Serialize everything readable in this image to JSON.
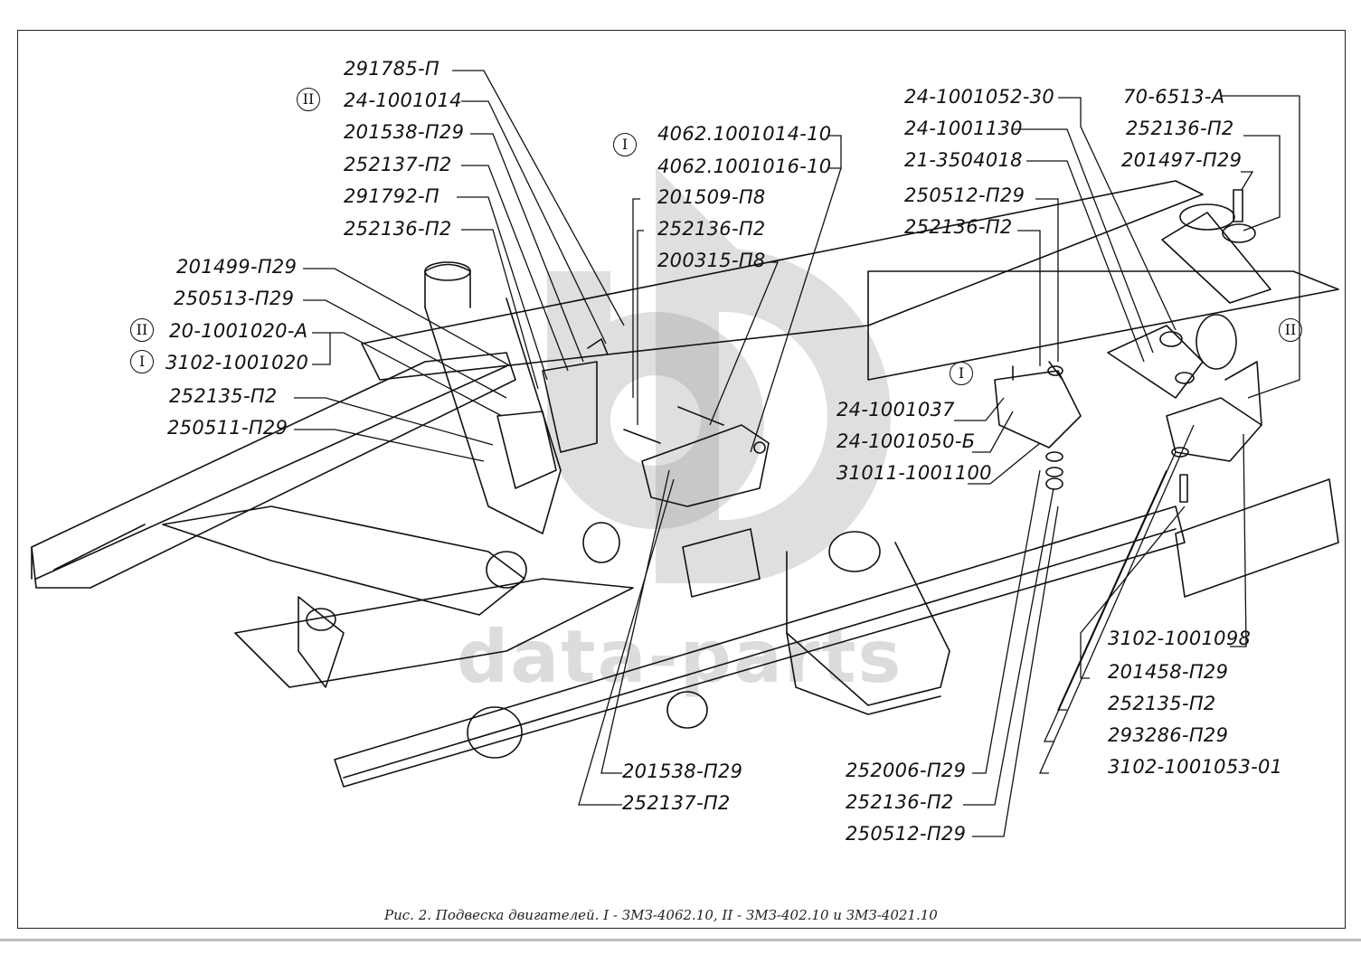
{
  "figure": {
    "caption": "Рис. 2. Подвеска двигателей. I - ЗМЗ-4062.10, II - ЗМЗ-402.10 и ЗМЗ-4021.10",
    "watermark": "data-parts",
    "watermark_logo_icon": "db-logo-icon"
  },
  "markers": {
    "I": "I",
    "II": "II"
  },
  "labels": {
    "left_column": [
      "291785-П",
      "24-1001014",
      "201538-П29",
      "252137-П2",
      "291792-П",
      "252136-П2"
    ],
    "left_lower": [
      "201499-П29",
      "250513-П29",
      "20-1001020-А",
      "3102-1001020",
      "252135-П2",
      "250511-П29"
    ],
    "center_top": [
      "4062.1001014-10",
      "4062.1001016-10",
      "201509-П8",
      "252136-П2",
      "200315-П8"
    ],
    "right_top_left": [
      "24-1001052-30",
      "24-1001130",
      "21-3504018",
      "250512-П29",
      "252136-П2"
    ],
    "right_top_right": [
      "70-6513-А",
      "252136-П2",
      "201497-П29"
    ],
    "right_mid": [
      "24-1001037",
      "24-1001050-Б",
      "31011-1001100"
    ],
    "right_bottom": [
      "3102-1001098",
      "201458-П29",
      "252135-П2",
      "293286-П29",
      "3102-1001053-01"
    ],
    "center_bottom": [
      "252006-П29",
      "252136-П2",
      "250512-П29"
    ],
    "left_bottom": [
      "201538-П29",
      "252137-П2"
    ]
  }
}
